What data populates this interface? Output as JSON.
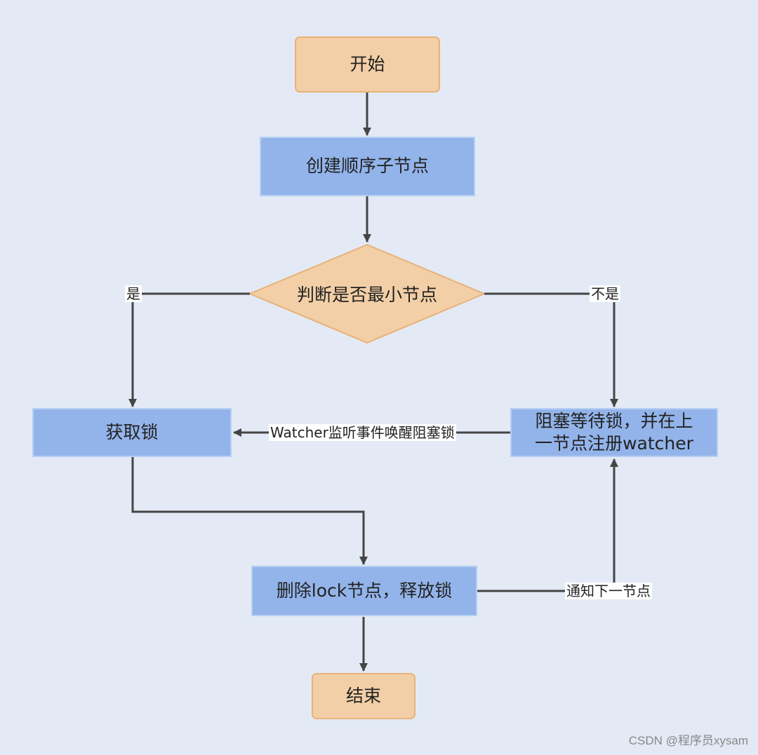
{
  "diagram": {
    "nodes": {
      "start": "开始",
      "create": "创建顺序子节点",
      "decision": "判断是否最小节点",
      "acquire": "获取锁",
      "wait_line1": "阻塞等待锁，并在上",
      "wait_line2": "一节点注册watcher",
      "release": "删除lock节点，释放锁",
      "end": "结束"
    },
    "edge_labels": {
      "yes": "是",
      "no": "不是",
      "watcher": "Watcher监听事件唤醒阻塞锁",
      "notify": "通知下一节点"
    }
  },
  "watermark": "CSDN @程序员xysam",
  "colors": {
    "background": "#e3eaf5",
    "terminal_fill": "#f2cfa6",
    "process_fill": "#93b4ea",
    "decision_fill": "#f2cfa6",
    "line": "#444444"
  }
}
